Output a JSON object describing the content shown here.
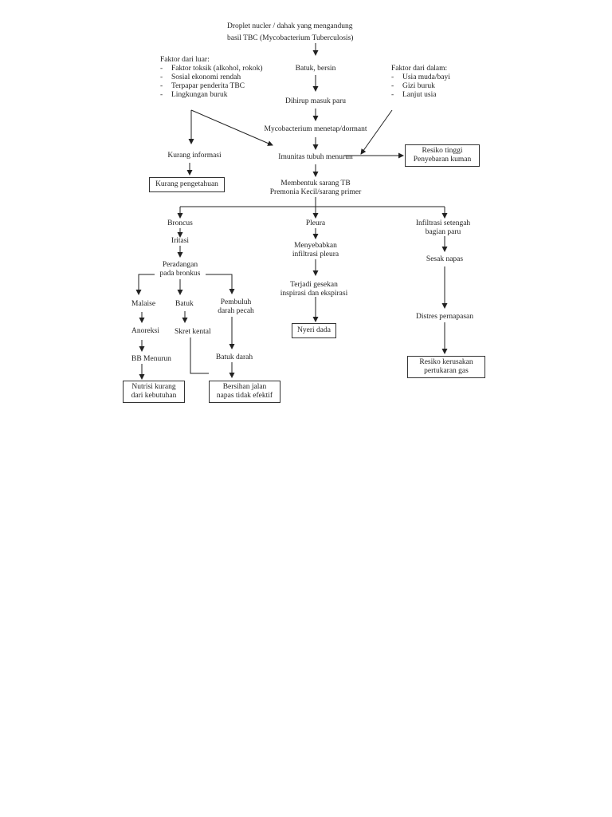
{
  "source": {
    "line1": "Droplet nucler / dahak yang mengandung",
    "line2": "basil TBC (Mycobacterium Tuberculosis)"
  },
  "batuk_bersin": "Batuk, bersin",
  "dihirup": "Dihirup masuk paru",
  "myco_menetap": "Mycobacterium menetap/dormant",
  "imunitas": "Imunitas tubuh menurun",
  "membentuk": {
    "line1": "Membentuk sarang TB",
    "line2": "Premonia Kecil/sarang primer"
  },
  "faktor_luar": {
    "title": "Faktor dari luar:",
    "items": [
      "Faktor toksik (alkohol, rokok)",
      "Sosial ekonomi rendah",
      "Terpapar penderita TBC",
      "Lingkungan buruk"
    ]
  },
  "faktor_dalam": {
    "title": "Faktor dari dalam:",
    "items": [
      "Usia muda/bayi",
      "Gizi buruk",
      "Lanjut usia"
    ]
  },
  "kurang_informasi": "Kurang informasi",
  "kurang_pengetahuan": "Kurang pengetahuan",
  "resiko_penyebaran": {
    "line1": "Resiko tinggi",
    "line2": "Penyebaran kuman"
  },
  "bronkus_branch": {
    "broncus": "Broncus",
    "iritasi": "Iritasi",
    "peradangan": {
      "line1": "Peradangan",
      "line2": "pada bronkus"
    },
    "malaise": "Malaise",
    "anoreksi": "Anoreksi",
    "bb_menurun": "BB Menurun",
    "batuk": "Batuk",
    "skret_kental": "Skret kental",
    "pembuluh": {
      "line1": "Pembuluh",
      "line2": "darah pecah"
    },
    "batuk_darah": "Batuk darah",
    "nutrisi": {
      "line1": "Nutrisi kurang",
      "line2": "dari kebutuhan"
    },
    "bersihan": {
      "line1": "Bersihan jalan",
      "line2": "napas tidak efektif"
    }
  },
  "pleura_branch": {
    "pleura": "Pleura",
    "menyebabkan": {
      "line1": "Menyebabkan",
      "line2": "infiltrasi pleura"
    },
    "gesekan": {
      "line1": "Terjadi gesekan",
      "line2": "inspirasi dan ekspirasi"
    },
    "nyeri_dada": "Nyeri dada"
  },
  "infiltrasi_branch": {
    "infiltrasi": {
      "line1": "Infiltrasi setengah",
      "line2": "bagian paru"
    },
    "sesak": "Sesak napas",
    "distres": "Distres pernapasan",
    "resiko_kerusakan": {
      "line1": "Resiko kerusakan",
      "line2": "pertukaran gas"
    }
  }
}
